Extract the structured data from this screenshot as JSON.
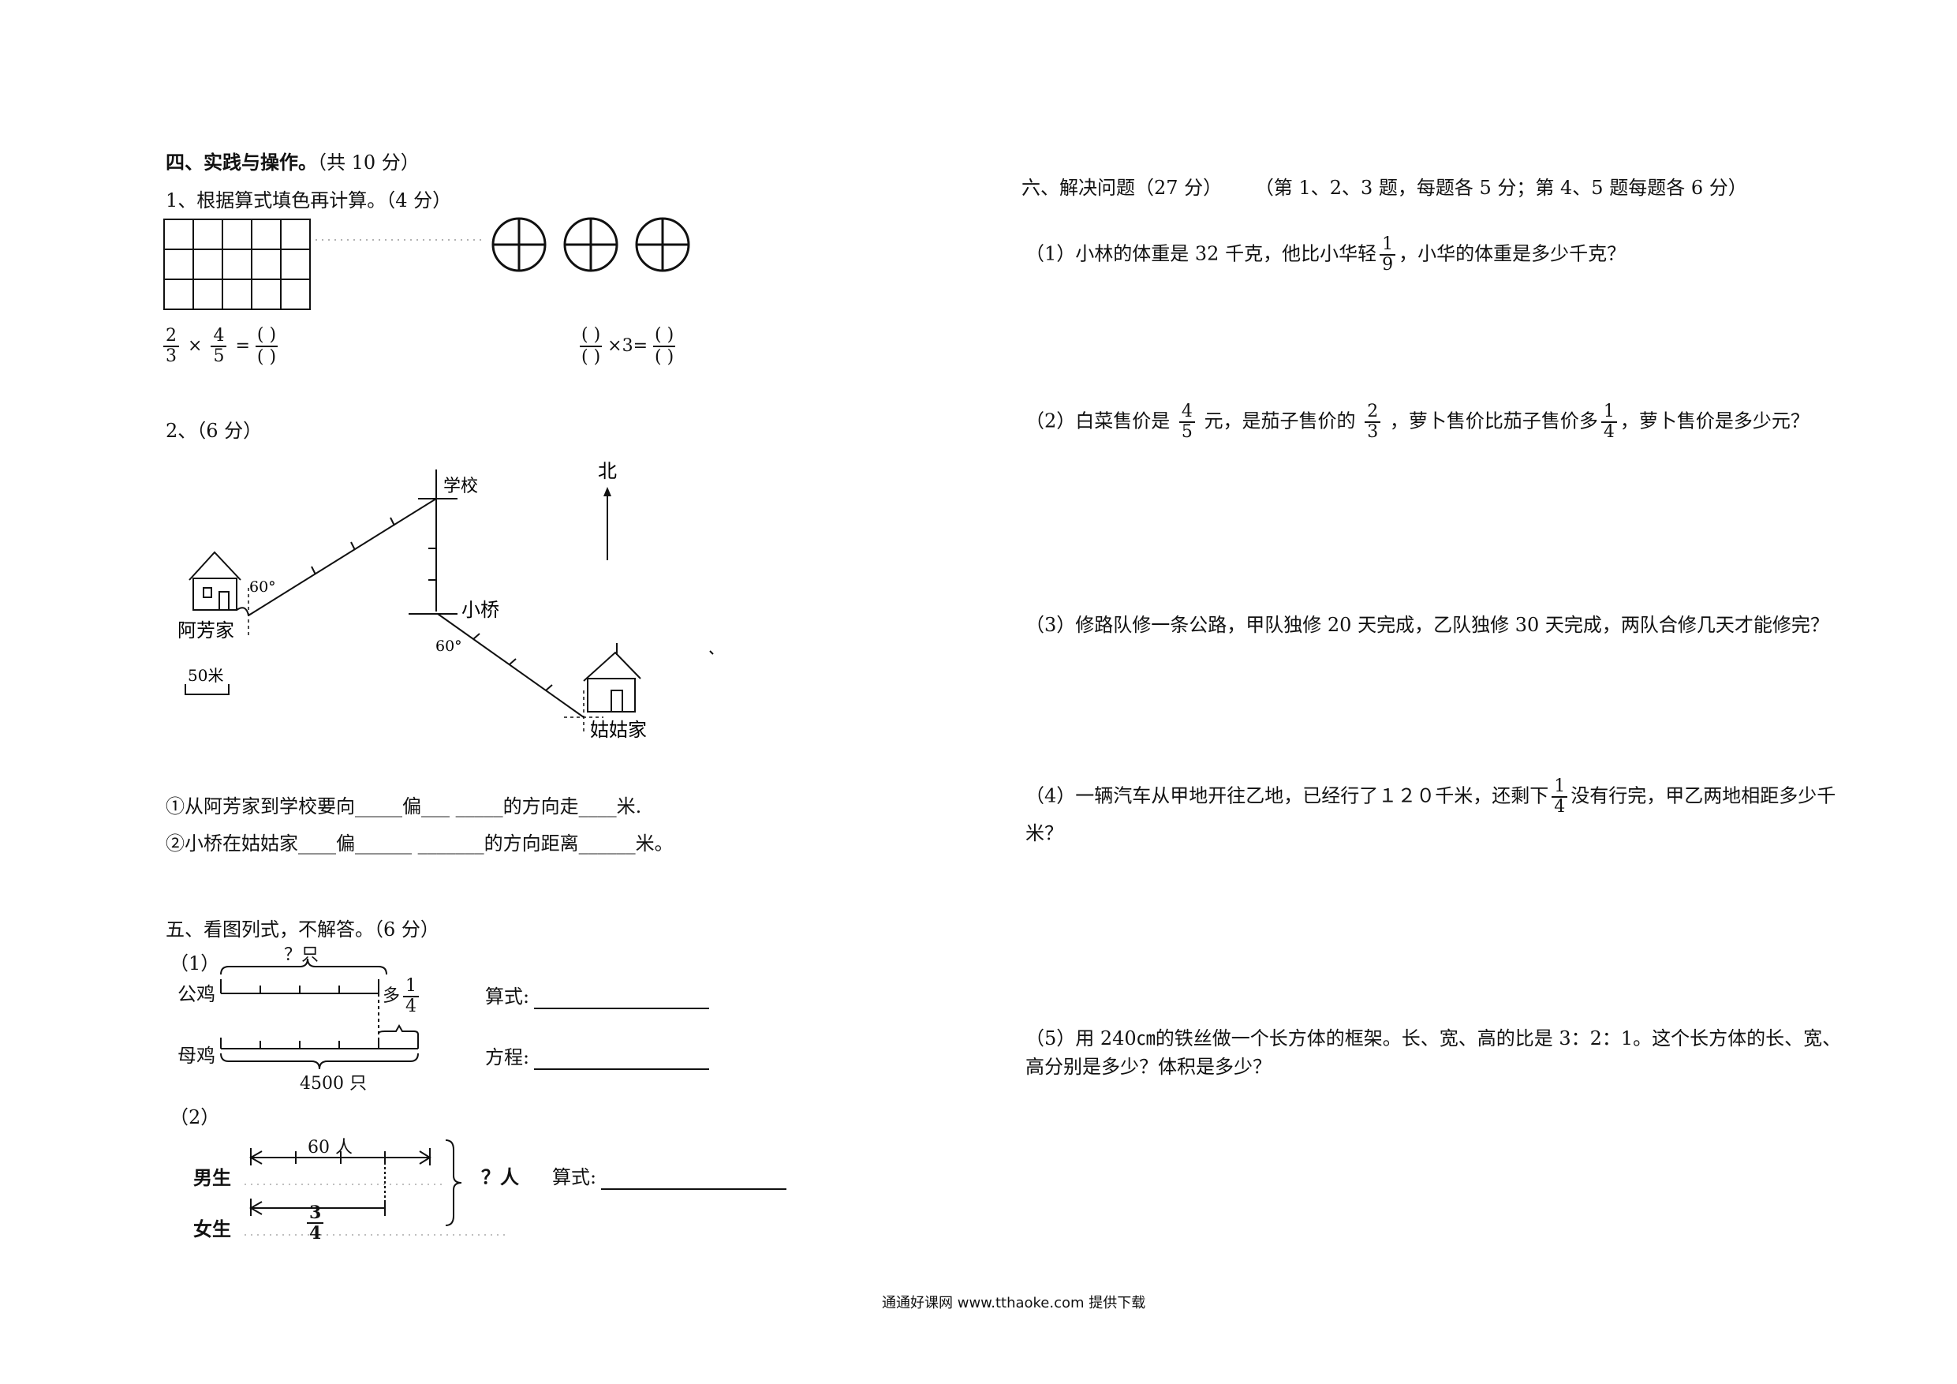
{
  "sec4": {
    "title": "四、实践与操作。",
    "score": "（共 10 分）",
    "q1": "1、根据算式填色再计算。（4 分）",
    "expr1": {
      "a_num": "2",
      "a_den": "3",
      "op": "×",
      "b_num": "4",
      "b_den": "5",
      "eq": "=",
      "blank": "(      )"
    },
    "expr2": {
      "blank": "(      )",
      "op": "×3=",
      "blank2": "(      )"
    },
    "q2": "2、（6 分）",
    "map": {
      "school": "学校",
      "north": "北",
      "home": "阿芳家",
      "angle1": "60°",
      "bridge": "小桥",
      "angle2": "60°",
      "aunt": "姑姑家",
      "scale": "50米"
    },
    "line1": "①从阿芳家到学校要向_____偏___  _____的方向走____米.",
    "line2": "②小桥在姑姑家____偏______  _______的方向距离______米。"
  },
  "sec5": {
    "title": "五、看图列式，不解答。（6 分）",
    "p1": {
      "label": "（1）",
      "q": "？只",
      "rooster": "公鸡",
      "more": "多",
      "frac_num": "1",
      "frac_den": "4",
      "hen": "母鸡",
      "total": "4500 只",
      "formula_label": "算式:",
      "equation_label": "方程:"
    },
    "p2": {
      "label": "（2）",
      "sixty": "60 人",
      "boys": "男生",
      "girls": "女生",
      "frac_num": "3",
      "frac_den": "4",
      "q": "？人",
      "formula_label": "算式:"
    }
  },
  "sec6": {
    "title": "六、解决问题（27 分）",
    "note": "（第 1、2、3 题，每题各 5 分；第 4、5 题每题各 6 分）",
    "p1": {
      "a": "（1）小林的体重是 32 千克，他比小华轻",
      "fn": "1",
      "fd": "9",
      "b": "，小华的体重是多少千克？"
    },
    "p2": {
      "a": "（2）白菜售价是",
      "f1n": "4",
      "f1d": "5",
      "b": "元，是茄子售价的",
      "f2n": "2",
      "f2d": "3",
      "c": "，萝卜售价比茄子售价多",
      "f3n": "1",
      "f3d": "4",
      "d": "，萝卜售价是多少元？"
    },
    "p3": "（3）修路队修一条公路，甲队独修 20 天完成，乙队独修 30 天完成，两队合修几天才能修完？",
    "p4": {
      "a": "（4）一辆汽车从甲地开往乙地，已经行了１２０千米，还剩下",
      "fn": "1",
      "fd": "4",
      "b": "没有行完，甲乙两地相距多少千",
      "c": "米？"
    },
    "p5": {
      "a": "（5）用 240㎝的铁丝做一个长方体的框架。长、宽、高的比是 3：2：1。这个长方体的长、宽、",
      "b": "高分别是多少？体积是多少？"
    }
  },
  "footer": "通通好课网  www.tthaoke.com  提供下载"
}
